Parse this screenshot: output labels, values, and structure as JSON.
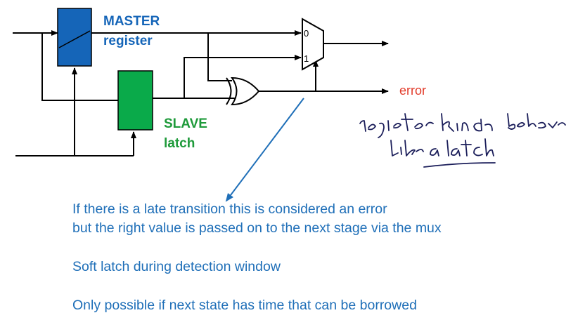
{
  "master": {
    "title": "MASTER",
    "subtitle": "register"
  },
  "slave": {
    "title": "SLAVE",
    "subtitle": "latch"
  },
  "mux": {
    "input0": "0",
    "input1": "1"
  },
  "output_label": "error",
  "notes": {
    "line1": "If there is a late transition this is considered an error",
    "line2": "but the right value is passed on to the next stage via the mux",
    "line3": "Soft latch during detection window",
    "line4": "Only possible if next state has time that can be borrowed"
  },
  "handwritten_annotation": "register kinda behave like a latch",
  "colors": {
    "master_block": "#1565b8",
    "master_label": "#1565b8",
    "slave_block": "#0aaa4a",
    "slave_label": "#1e9a3a",
    "notes_text": "#1f6fb8",
    "error_label": "#e23b2a",
    "arrow": "#1f6fb8",
    "wire": "#000000",
    "handwriting": "#1b1e5a"
  }
}
